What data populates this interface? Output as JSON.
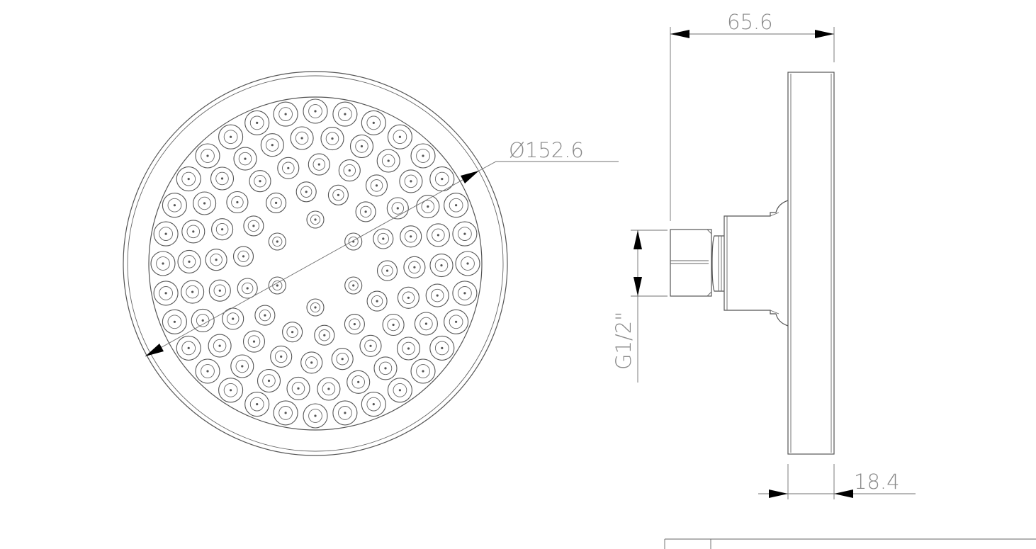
{
  "dimensions": {
    "diameter": "Ø152.6",
    "overall_depth": "65.6",
    "head_thickness": "18.4",
    "thread": "G1/2\""
  }
}
